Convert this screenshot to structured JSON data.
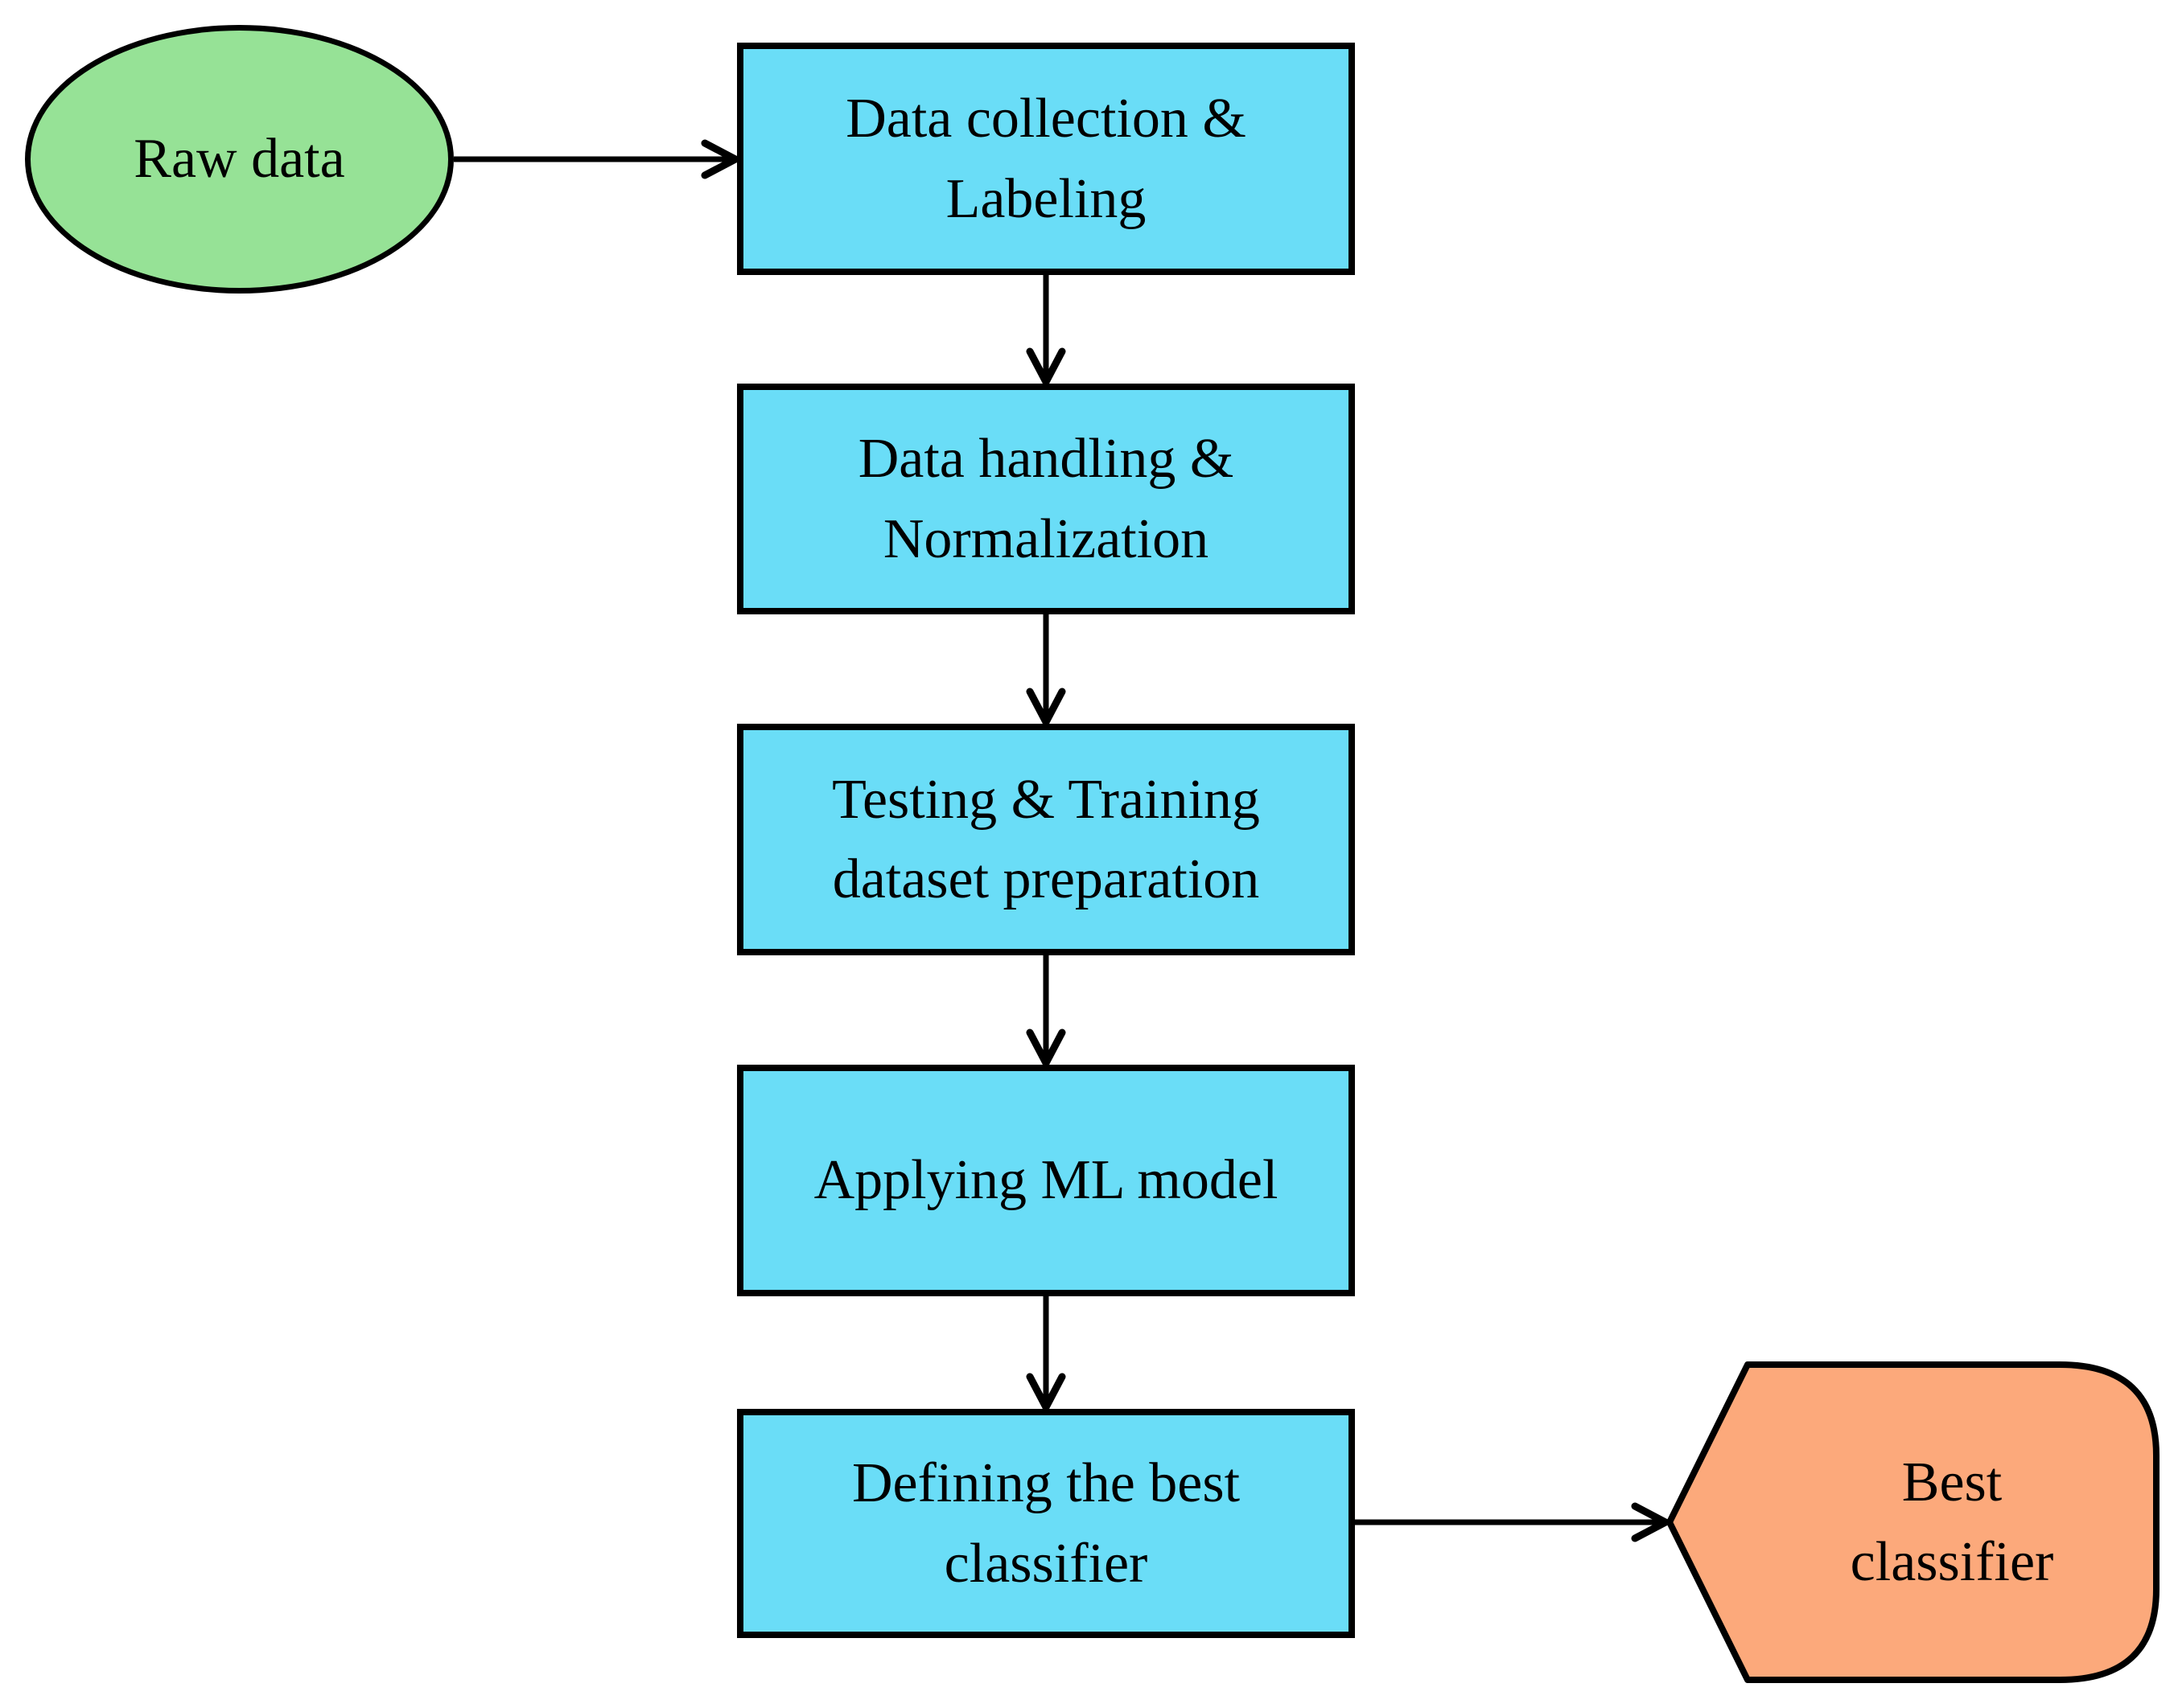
{
  "figure": {
    "type": "flowchart",
    "description": "Machine learning classification workflow diagram"
  },
  "colors": {
    "background": "#FFFFFF",
    "stroke": "#000000",
    "text": "#000000",
    "start_fill": "#96E296",
    "process_fill": "#6ADDF7",
    "end_fill": "#FCA97B"
  },
  "nodes": {
    "raw": {
      "shape": "ellipse",
      "fill": "#96E296",
      "label": "Raw data",
      "lines": [
        "Raw data"
      ]
    },
    "collection": {
      "shape": "rectangle",
      "fill": "#6ADDF7",
      "label": "Data collection & Labeling",
      "lines": [
        "Data collection &",
        "Labeling"
      ]
    },
    "handling": {
      "shape": "rectangle",
      "fill": "#6ADDF7",
      "label": "Data handling & Normalization",
      "lines": [
        "Data handling &",
        "Normalization"
      ]
    },
    "testing": {
      "shape": "rectangle",
      "fill": "#6ADDF7",
      "label": "Testing & Training dataset preparation",
      "lines": [
        "Testing & Training",
        "dataset preparation"
      ]
    },
    "applying": {
      "shape": "rectangle",
      "fill": "#6ADDF7",
      "label": "Applying ML model",
      "lines": [
        "Applying ML model"
      ]
    },
    "defining": {
      "shape": "rectangle",
      "fill": "#6ADDF7",
      "label": "Defining the best classifier",
      "lines": [
        "Defining the best",
        "classifier"
      ]
    },
    "best": {
      "shape": "pointed-terminal",
      "fill": "#FCA97B",
      "label": "Best classifier",
      "lines": [
        "Best",
        "classifier"
      ]
    }
  },
  "connections": [
    {
      "from": "Raw data",
      "to": "Data collection & Labeling"
    },
    {
      "from": "Data collection & Labeling",
      "to": "Data handling & Normalization"
    },
    {
      "from": "Data handling & Normalization",
      "to": "Testing & Training dataset preparation"
    },
    {
      "from": "Testing & Training dataset preparation",
      "to": "Applying ML model"
    },
    {
      "from": "Applying ML model",
      "to": "Defining the best classifier"
    },
    {
      "from": "Defining the best classifier",
      "to": "Best classifier"
    }
  ]
}
